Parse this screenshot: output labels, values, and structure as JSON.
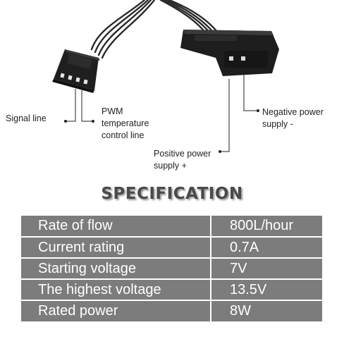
{
  "callouts": {
    "signal": "Signal line",
    "pwm": "PWM\ntemperature\ncontrol line",
    "negative": "Negative power\nsupply -",
    "positive": "Positive power\nsupply +"
  },
  "spec": {
    "title": "SPECIFICATION",
    "rows": [
      {
        "label": "Rate of flow",
        "value": "800L/hour"
      },
      {
        "label": "Current rating",
        "value": "0.7A"
      },
      {
        "label": "Starting voltage",
        "value": "7V"
      },
      {
        "label": "The highest voltage",
        "value": "13.5V"
      },
      {
        "label": "Rated power",
        "value": "8W"
      }
    ]
  },
  "colors": {
    "table_background": "#7c7c7c",
    "table_text": "#ffffff",
    "title_text": "#4a4a4a",
    "connector_body": "#1e1e1e"
  }
}
